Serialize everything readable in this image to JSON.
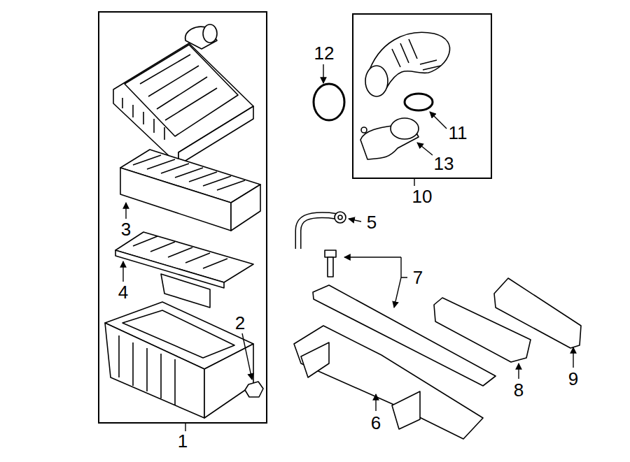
{
  "diagram": {
    "nodes": [
      {
        "text": [
          "1"
        ]
      },
      {
        "text": [
          "10"
        ]
      }
    ],
    "labels": [
      "2",
      "3",
      "4",
      "5",
      "6",
      "7",
      "8",
      "9",
      "11",
      "12",
      "13"
    ]
  }
}
